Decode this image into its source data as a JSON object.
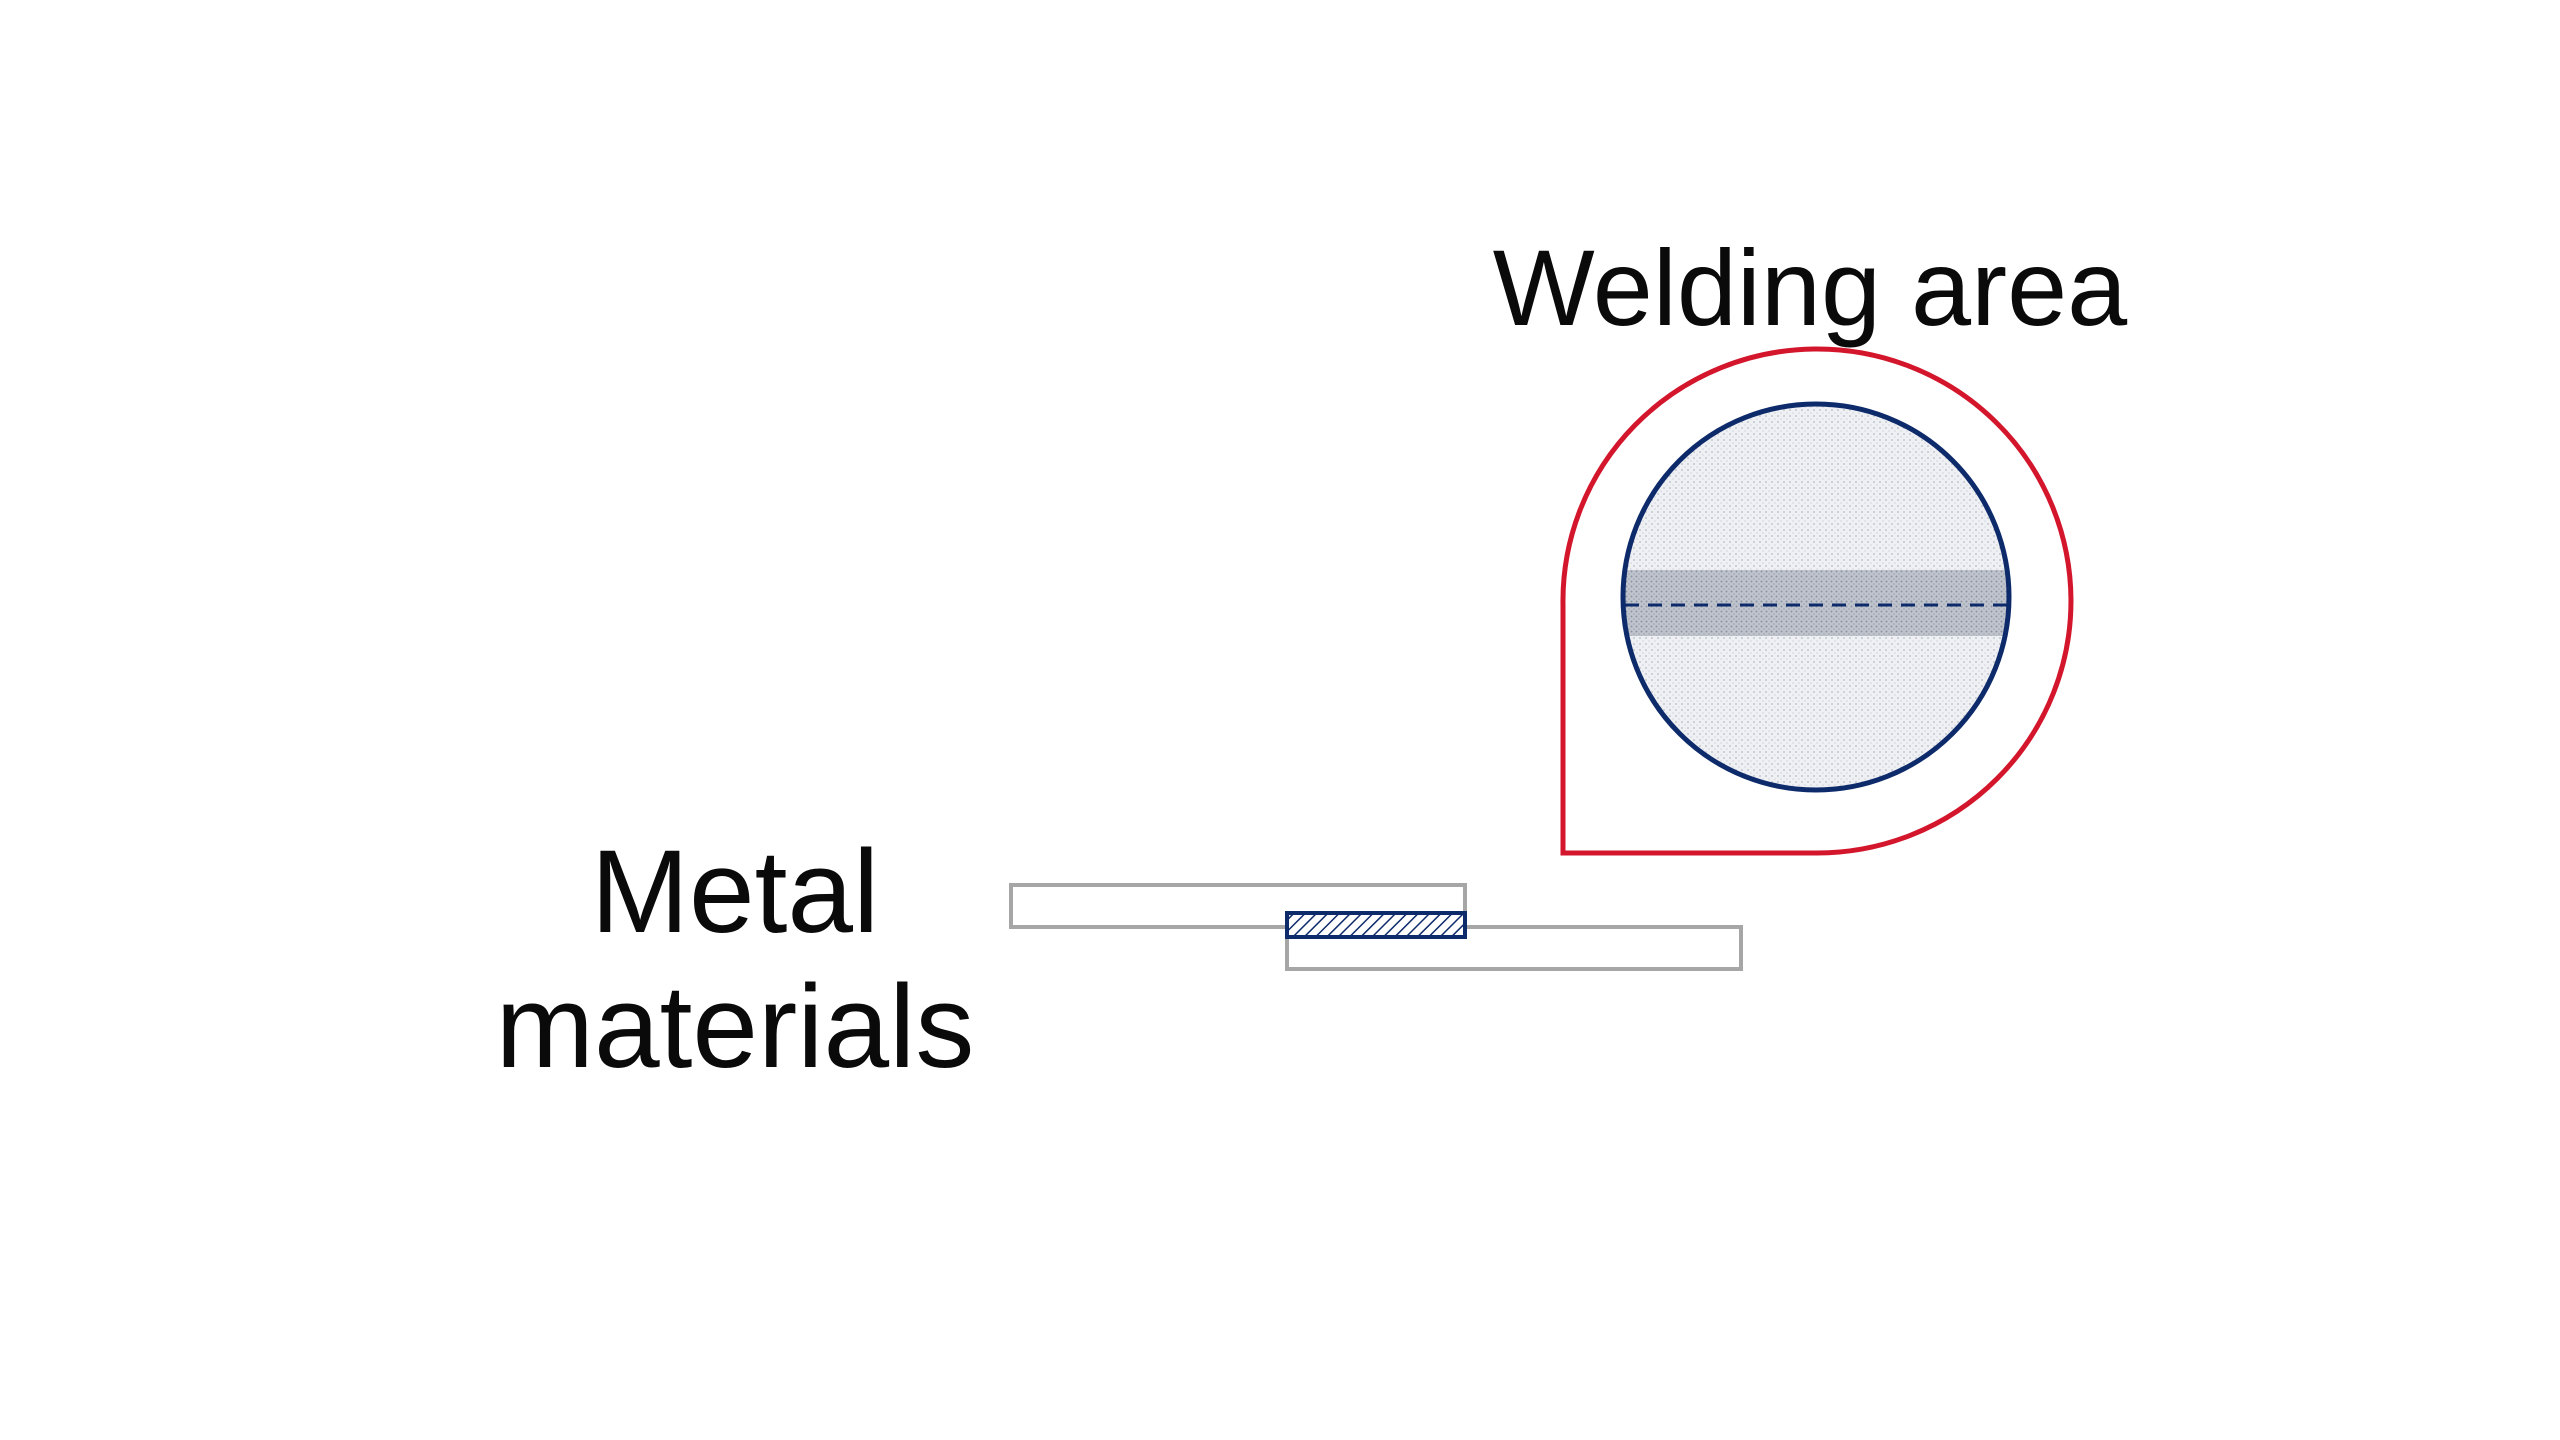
{
  "labels": {
    "welding_area": "Welding area",
    "metal_materials_line1": "Metal",
    "metal_materials_line2": "materials"
  },
  "colors": {
    "background": "#ffffff",
    "callout_outline": "#d4162c",
    "weld_outline": "#0d2a6b",
    "plate_outline": "#a6a6a6",
    "weld_band_fill": "#b4b8c2",
    "circle_fill": "#e6e8ec",
    "text": "#0a0a0a"
  },
  "icons": {
    "callout": "teardrop-callout",
    "magnifier": "zoomed-weld-circle",
    "weld_seam": "dashed-seam-line",
    "weld_joint": "hatched-weld-joint"
  }
}
